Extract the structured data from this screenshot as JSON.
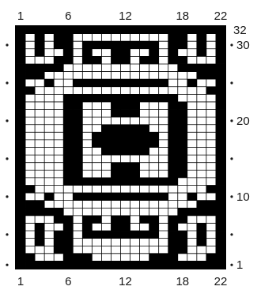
{
  "chart_data": {
    "type": "grid-pattern",
    "columns": 22,
    "rows": 32,
    "column_labels": [
      "1",
      "6",
      "12",
      "18",
      "22"
    ],
    "row_labels": [
      "32",
      "30",
      "20",
      "10",
      "1"
    ],
    "colors": {
      "filled": "#000000",
      "empty": "#ffffff",
      "grid_line": "#000000"
    },
    "pattern_rows_top_to_bottom": [
      "1111111111111111111111",
      "1010110000000000110101",
      "1010110111111110110101",
      "1010010100110010100101",
      "1000110110110110110001",
      "1111100000000000011111",
      "1110000000000000000111",
      "1001001111111111001001",
      "1100000000000000000011",
      "1000011111111111100001",
      "1000011000111000110001",
      "1000011000111000110001",
      "1000011000000000110001",
      "1000011001111100110001",
      "1000011011111110110001",
      "1000011011111110110001",
      "1000011001111100110001",
      "1000011000000000110001",
      "1000011000111000110001",
      "1000011000111000110001",
      "1000011111111111100001",
      "1100000000000000000011",
      "1001001111111111001001",
      "1110000000000000000111",
      "1111100000000000011111",
      "1000110110110110110001",
      "1010010100110010100101",
      "1010110111111110110101",
      "1010110000000000110101",
      "1000110000000000110001",
      "1100011100000011100011",
      "1111111111111111111111"
    ]
  }
}
